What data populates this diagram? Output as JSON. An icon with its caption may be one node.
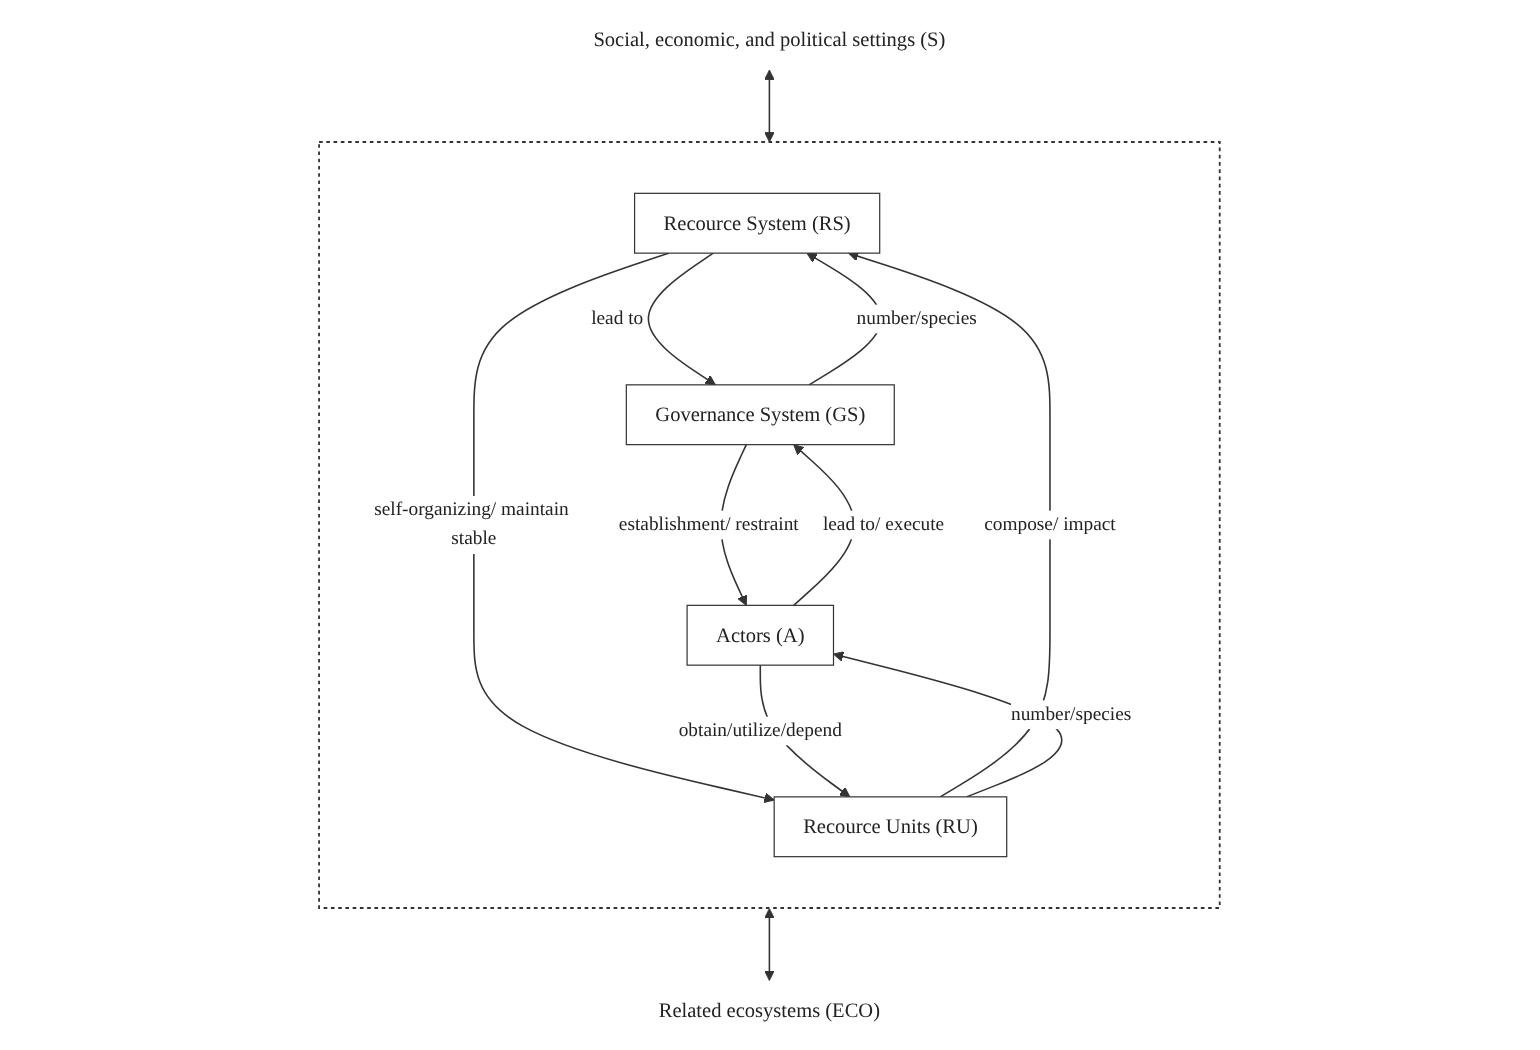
{
  "diagram": {
    "nodes": [
      {
        "text": [
          "Social, economic, and political settings (S)"
        ]
      },
      {
        "text": [],
        "shape": "box"
      },
      {
        "text": [
          "Recource System (RS)"
        ],
        "in": 1
      },
      {
        "text": [
          "Governance System (GS)"
        ],
        "in": 1
      },
      {
        "text": [
          "Recource Units (RU)"
        ],
        "in": 1
      },
      {
        "text": [
          "Actors (A)"
        ],
        "in": 1
      },
      {
        "text": [
          "Related ecosystems (ECO)"
        ]
      }
    ],
    "edges": [
      {
        "from": 0,
        "to": 1,
        "arrow": "both"
      },
      {
        "from": 2,
        "to": 3,
        "arrow": "to",
        "label": "lead to"
      },
      {
        "from": 3,
        "to": 2,
        "arrow": "to",
        "label": "number/species"
      },
      {
        "from": 4,
        "to": 2,
        "arrow": "to",
        "label": "compose/ impact"
      },
      {
        "from": 2,
        "to": 4,
        "arrow": "to",
        "label": "self-organizing/ maintain stable"
      },
      {
        "from": 3,
        "to": 5,
        "arrow": "to",
        "label": "establishment/ restraint"
      },
      {
        "from": 5,
        "to": 3,
        "arrow": "to",
        "label": "lead to/ execute"
      },
      {
        "from": 4,
        "to": 5,
        "arrow": "to",
        "label": "number/species"
      },
      {
        "from": 5,
        "to": 4,
        "arrow": "to",
        "label": "obtain/utilize/depend"
      },
      {
        "from": 1,
        "to": 6,
        "arrow": "both"
      }
    ]
  }
}
